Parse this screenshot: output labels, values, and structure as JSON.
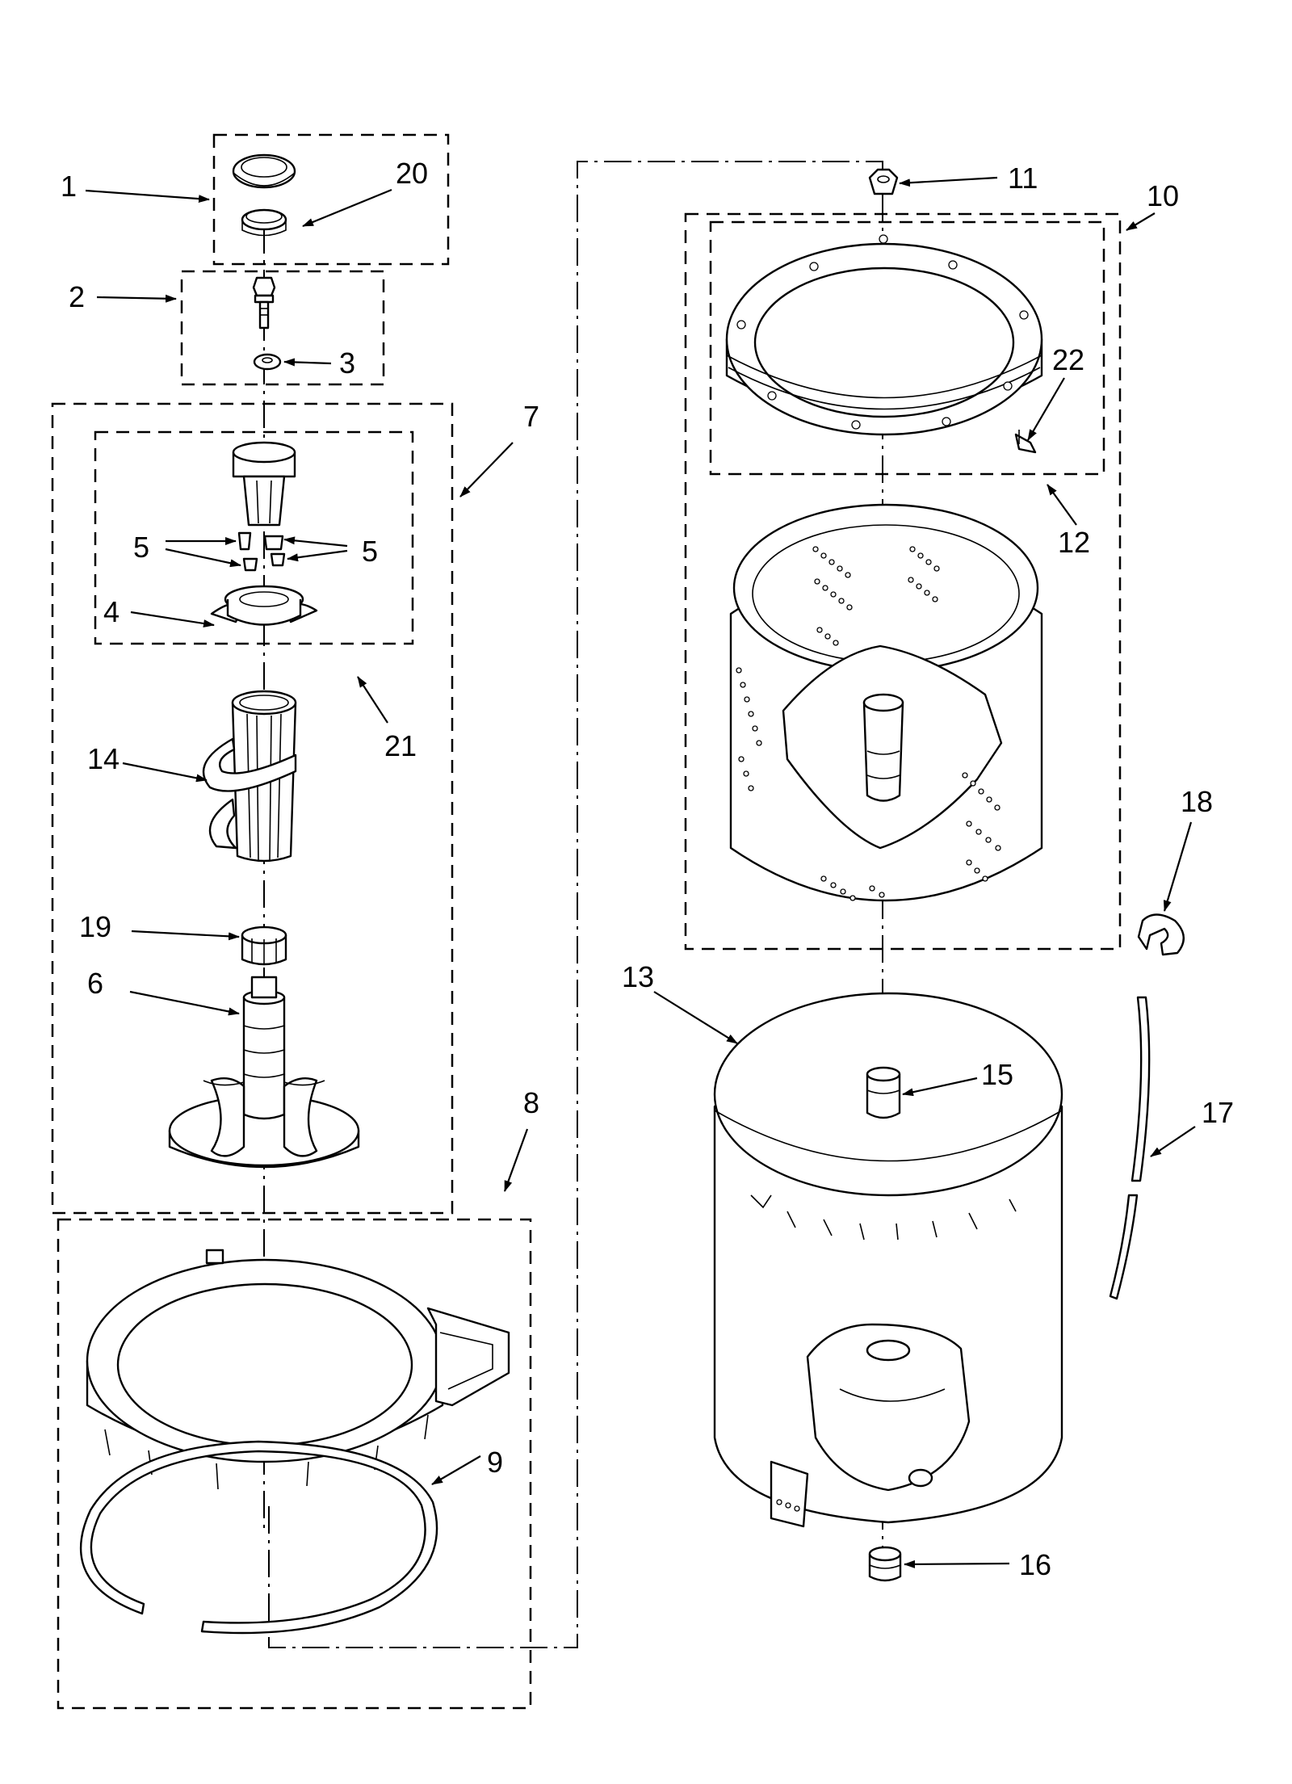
{
  "diagram": {
    "callouts": [
      {
        "id": "c1",
        "text": "1"
      },
      {
        "id": "c20",
        "text": "20"
      },
      {
        "id": "c2",
        "text": "2"
      },
      {
        "id": "c3",
        "text": "3"
      },
      {
        "id": "c7",
        "text": "7"
      },
      {
        "id": "c5a",
        "text": "5"
      },
      {
        "id": "c5b",
        "text": "5"
      },
      {
        "id": "c4",
        "text": "4"
      },
      {
        "id": "c21",
        "text": "21"
      },
      {
        "id": "c14",
        "text": "14"
      },
      {
        "id": "c19",
        "text": "19"
      },
      {
        "id": "c6",
        "text": "6"
      },
      {
        "id": "c8",
        "text": "8"
      },
      {
        "id": "c9",
        "text": "9"
      },
      {
        "id": "c11",
        "text": "11"
      },
      {
        "id": "c10",
        "text": "10"
      },
      {
        "id": "c22",
        "text": "22"
      },
      {
        "id": "c12",
        "text": "12"
      },
      {
        "id": "c18",
        "text": "18"
      },
      {
        "id": "c13",
        "text": "13"
      },
      {
        "id": "c15",
        "text": "15"
      },
      {
        "id": "c17",
        "text": "17"
      },
      {
        "id": "c16",
        "text": "16"
      }
    ]
  }
}
